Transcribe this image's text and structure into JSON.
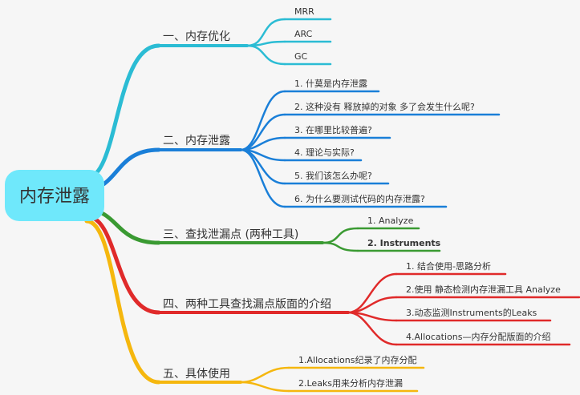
{
  "root": {
    "label": "内存泄露",
    "color": "#6fe8fb"
  },
  "branches": [
    {
      "label": "一、内存优化",
      "color": "#2bbcd4",
      "children": [
        {
          "label": "MRR",
          "bold": false
        },
        {
          "label": "ARC",
          "bold": false
        },
        {
          "label": "GC",
          "bold": false
        }
      ]
    },
    {
      "label": "二、内存泄露",
      "color": "#1a7fd8",
      "children": [
        {
          "label": "1. 什莫是内存泄露",
          "bold": false
        },
        {
          "label": "2. 这种没有 释放掉的对象 多了会发生什么呢?",
          "bold": false
        },
        {
          "label": "3. 在哪里比较普遍?",
          "bold": false
        },
        {
          "label": "4. 理论与实际?",
          "bold": false
        },
        {
          "label": "5. 我们该怎么办呢?",
          "bold": false
        },
        {
          "label": "6. 为什么要测试代码的内存泄露?",
          "bold": false
        }
      ]
    },
    {
      "label": "三、查找泄漏点 (两种工具)",
      "color": "#3a9a32",
      "children": [
        {
          "label": "1. Analyze",
          "bold": false
        },
        {
          "label": "2. Instruments",
          "bold": true
        }
      ]
    },
    {
      "label": "四、两种工具查找漏点版面的介绍",
      "color": "#e02a2a",
      "children": [
        {
          "label": "1. 结合使用-思路分析",
          "bold": false
        },
        {
          "label": "2.使用 静态检测内存泄漏工具 Analyze",
          "bold": false
        },
        {
          "label": "3.动态监测Instruments的Leaks",
          "bold": false
        },
        {
          "label": "4.Allocations—内存分配版面的介绍",
          "bold": false
        }
      ]
    },
    {
      "label": "五、具体使用",
      "color": "#f5b70e",
      "children": [
        {
          "label": "1.Allocations纪录了内存分配",
          "bold": false
        },
        {
          "label": "2.Leaks用来分析内存泄漏",
          "bold": false
        }
      ]
    }
  ]
}
